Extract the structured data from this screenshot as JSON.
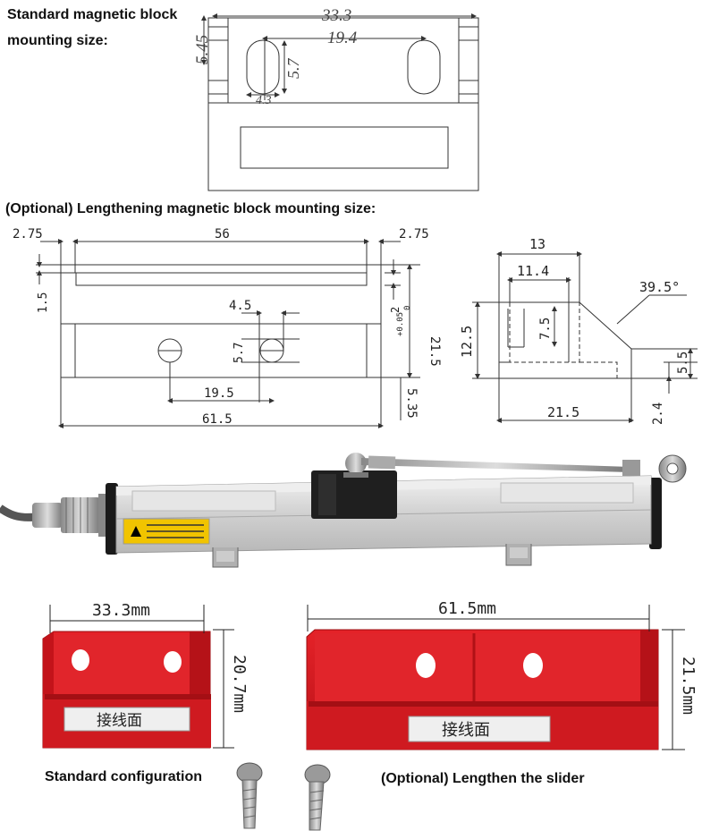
{
  "captions": {
    "standard_mount": [
      "Standard magnetic block",
      "mounting size:"
    ],
    "optional_mount": "(Optional) Lengthening magnetic block mounting size:",
    "standard_config": "Standard configuration",
    "optional_slider": "(Optional) Lengthen the slider"
  },
  "standard_drawing": {
    "width": "33.3",
    "hole_spacing": "19.4",
    "height_top": "5.45",
    "slot_height": "5.7",
    "slot_width": "4.3"
  },
  "lengthened_drawing": {
    "left_margin": "2.75",
    "inner_length": "56",
    "right_margin": "2.75",
    "groove_depth": "1.5",
    "hole_pitch": "4.5",
    "slot_height": "5.7",
    "hole_spacing": "19.5",
    "overall_length": "61.5",
    "groove_tol": "2",
    "groove_tol_up": "+0.05",
    "groove_tol_low": "0",
    "height": "21.5",
    "bottom": "5.35"
  },
  "side_drawing": {
    "width_top": "13",
    "inner_width": "11.4",
    "angle": "39.5°",
    "height": "12.5",
    "inner_height": "7.5",
    "right_height": "5.5",
    "base_width": "21.5",
    "base_height": "2.4"
  },
  "photo_dims": {
    "std_width": "33.3mm",
    "std_height": "20.7mm",
    "opt_width": "61.5mm",
    "opt_height": "21.5mm",
    "face_label": "接线面"
  },
  "colors": {
    "block_red": "#d8161d",
    "block_dark": "#a80f14",
    "sensor_body": "#d6d6d6",
    "line": "#333333"
  }
}
